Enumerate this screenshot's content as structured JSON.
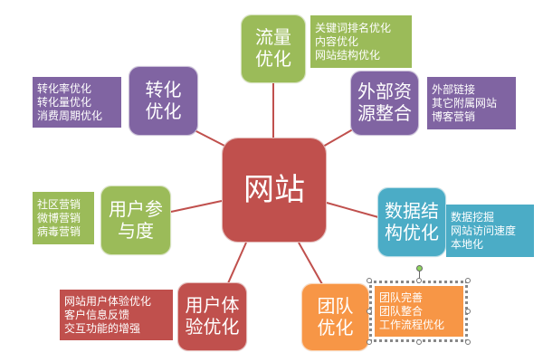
{
  "diagram": {
    "center": {
      "label": "网站",
      "color": "#c0504d"
    },
    "branches": [
      {
        "id": "traffic",
        "label_lines": [
          "流量",
          "优化"
        ],
        "color": "#9bbb59",
        "notes": [
          "关键词排名优化",
          "内容优化",
          "网站结构优化"
        ]
      },
      {
        "id": "external",
        "label_lines": [
          "外部资",
          "源整合"
        ],
        "color": "#8064a2",
        "notes": [
          "外部链接",
          "其它附属网站",
          "博客营销"
        ]
      },
      {
        "id": "data-structure",
        "label_lines": [
          "数据结",
          "构优化"
        ],
        "color": "#4bacc6",
        "notes": [
          "数据挖掘",
          "网站访问速度",
          "本地化"
        ]
      },
      {
        "id": "team",
        "label_lines": [
          "团队",
          "优化"
        ],
        "color": "#f79646",
        "notes": [
          "团队完善",
          "团队整合",
          "工作流程优化"
        ],
        "selected": true
      },
      {
        "id": "user-experience",
        "label_lines": [
          "用户体",
          "验优化"
        ],
        "color": "#c0504d",
        "notes": [
          "网站用户体验优化",
          "客户信息反馈",
          "交互功能的增强"
        ]
      },
      {
        "id": "user-engagement",
        "label_lines": [
          "用户参",
          "与度"
        ],
        "color": "#9bbb59",
        "notes": [
          "社区营销",
          "微博营销",
          "病毒营销"
        ]
      },
      {
        "id": "conversion",
        "label_lines": [
          "转化",
          "优化"
        ],
        "color": "#8064a2",
        "notes": [
          "转化率优化",
          "转化量优化",
          "消费周期优化"
        ]
      }
    ],
    "connector_color": "#c0504d"
  }
}
